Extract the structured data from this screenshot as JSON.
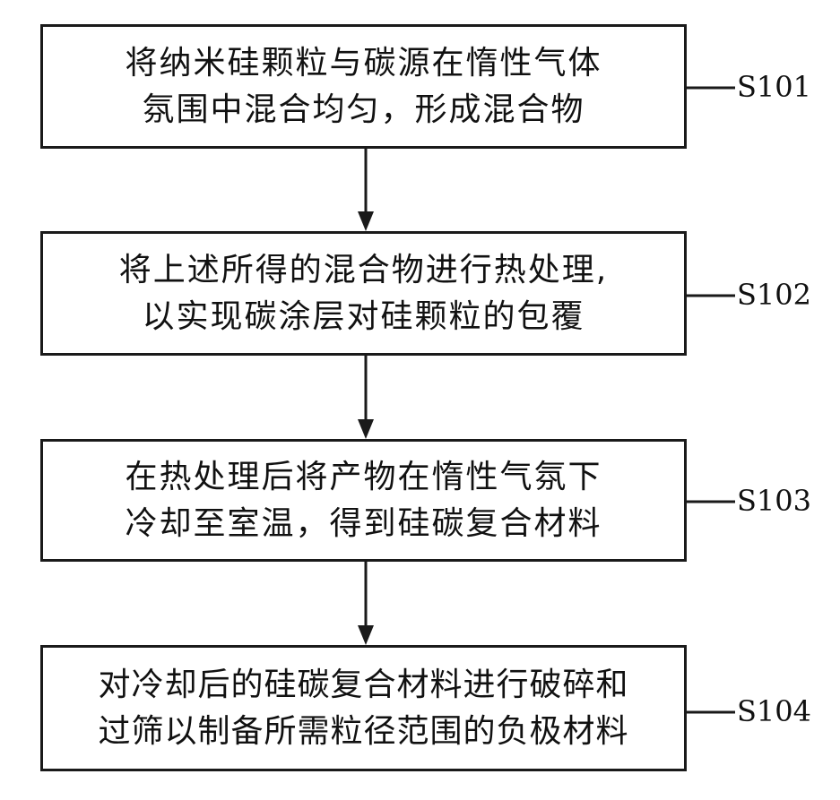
{
  "steps": [
    {
      "id": "S101",
      "text": "将纳米硅颗粒与碳源在惰性气体\n氛围中混合均匀，形成混合物"
    },
    {
      "id": "S102",
      "text": "将上述所得的混合物进行热处理,\n以实现碳涂层对硅颗粒的包覆"
    },
    {
      "id": "S103",
      "text": "在热处理后将产物在惰性气氛下\n冷却至室温，得到硅碳复合材料"
    },
    {
      "id": "S104",
      "text": "对冷却后的硅碳复合材料进行破碎和\n过筛以制备所需粒径范围的负极材料"
    }
  ]
}
